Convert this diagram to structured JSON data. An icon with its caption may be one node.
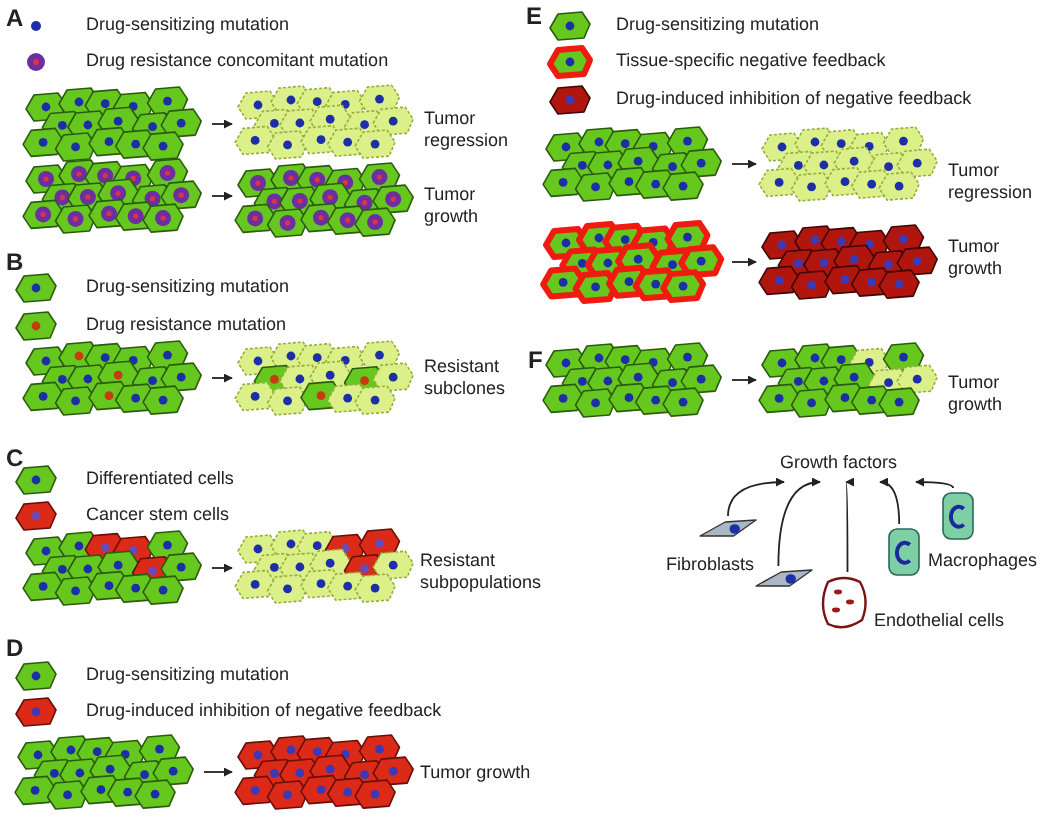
{
  "diagram": {
    "nodes": [
      {
        "text": [],
        "shape": "picture"
      },
      {
        "text": [],
        "shape": "picture",
        "beside": [
          "Tumor regression"
        ]
      },
      {
        "text": [],
        "shape": "picture"
      },
      {
        "text": [],
        "shape": "picture",
        "beside": [
          "Tumor growth"
        ]
      },
      {
        "text": [],
        "shape": "picture"
      },
      {
        "text": [],
        "shape": "picture",
        "beside": [
          "Resistant subclones"
        ]
      },
      {
        "text": [],
        "shape": "picture"
      },
      {
        "text": [],
        "shape": "picture",
        "beside": [
          "Resistant subpopulations"
        ]
      },
      {
        "text": [],
        "shape": "picture"
      },
      {
        "text": [],
        "shape": "picture",
        "beside": [
          "Tumor growth"
        ]
      },
      {
        "text": [],
        "shape": "picture"
      },
      {
        "text": [],
        "shape": "picture",
        "beside": [
          "Tumor regression"
        ]
      },
      {
        "text": [],
        "shape": "picture"
      },
      {
        "text": [],
        "shape": "picture",
        "beside": [
          "Tumor growth"
        ]
      },
      {
        "text": [],
        "shape": "picture"
      },
      {
        "text": [],
        "shape": "picture",
        "beside": [
          "Tumor growth"
        ]
      },
      {
        "text": [
          "Growth factors"
        ]
      },
      {
        "text": [],
        "shape": "picture"
      },
      {
        "text": [],
        "shape": "picture",
        "beside": [
          "Fibroblasts"
        ]
      },
      {
        "text": [],
        "shape": "picture",
        "beside": [
          "Endothelial cells"
        ]
      },
      {
        "text": [],
        "shape": "picture"
      },
      {
        "text": [],
        "shape": "picture",
        "beside": [
          "Macrophages"
        ]
      }
    ],
    "edges": [
      {
        "from": 0,
        "to": 1,
        "arrow": "to"
      },
      {
        "from": 2,
        "to": 3,
        "arrow": "to"
      },
      {
        "from": 4,
        "to": 5,
        "arrow": "to"
      },
      {
        "from": 6,
        "to": 7,
        "arrow": "to"
      },
      {
        "from": 8,
        "to": 9,
        "arrow": "to"
      },
      {
        "from": 10,
        "to": 11,
        "arrow": "to"
      },
      {
        "from": 12,
        "to": 13,
        "arrow": "to"
      },
      {
        "from": 14,
        "to": 15,
        "arrow": "to"
      },
      {
        "from": 17,
        "to": 16,
        "arrow": "to"
      },
      {
        "from": 18,
        "to": 16,
        "arrow": "to"
      },
      {
        "from": 19,
        "to": 16,
        "arrow": "to"
      },
      {
        "from": 20,
        "to": 16,
        "arrow": "to"
      },
      {
        "from": 21,
        "to": 16,
        "arrow": "to"
      }
    ],
    "labels": [
      "A",
      "B",
      "C",
      "D",
      "E",
      "F"
    ],
    "legend": [
      {
        "text": "Drug-sensitizing mutation"
      },
      {
        "text": "Drug resistance concomitant mutation"
      },
      {
        "text": "Drug-sensitizing mutation"
      },
      {
        "text": "Drug resistance mutation"
      },
      {
        "text": "Differentiated cells"
      },
      {
        "text": "Cancer stem cells"
      },
      {
        "text": "Drug-sensitizing mutation"
      },
      {
        "text": "Drug-induced inhibition of negative feedback"
      },
      {
        "text": "Drug-sensitizing mutation"
      },
      {
        "text": "Tissue-specific negative feedback"
      },
      {
        "text": "Drug-induced inhibition of negative feedback"
      }
    ]
  }
}
